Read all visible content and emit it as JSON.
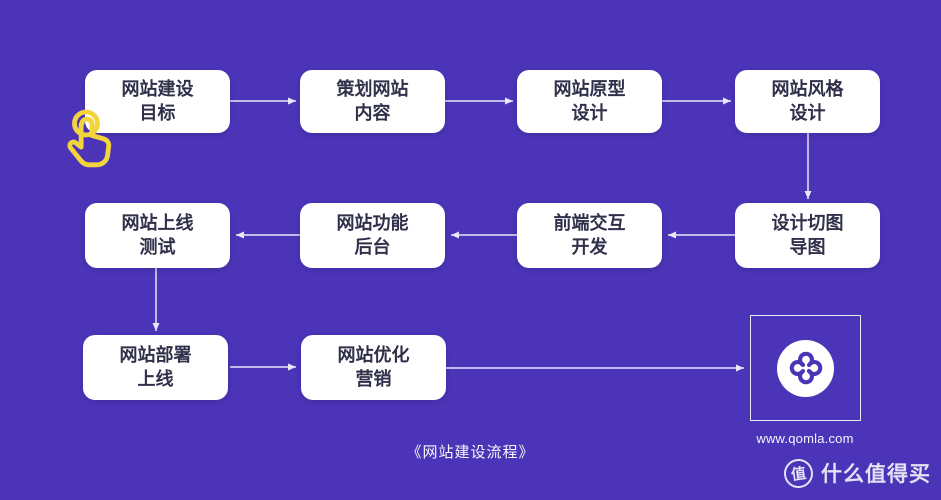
{
  "colors": {
    "background": "#4C34B8",
    "node_background": "#FFFFFF",
    "node_text": "#30304A",
    "connector": "#E9E6F8",
    "hand_icon_yellow": "#F2D53C",
    "logo_mark_purple": "#4C34B8",
    "watermark_white": "#FFFFFF"
  },
  "flowchart": {
    "caption": "《网站建设流程》",
    "nodes": [
      {
        "id": "goal",
        "label": "网站建设\n目标"
      },
      {
        "id": "plan",
        "label": "策划网站\n内容"
      },
      {
        "id": "prototype",
        "label": "网站原型\n设计"
      },
      {
        "id": "style",
        "label": "网站风格\n设计"
      },
      {
        "id": "test",
        "label": "网站上线\n测试"
      },
      {
        "id": "backend",
        "label": "网站功能\n后台"
      },
      {
        "id": "frontend",
        "label": "前端交互\n开发"
      },
      {
        "id": "slicing",
        "label": "设计切图\n导图"
      },
      {
        "id": "deploy",
        "label": "网站部署\n上线"
      },
      {
        "id": "marketing",
        "label": "网站优化\n营销"
      }
    ],
    "edges": [
      {
        "from": "网站建设目标",
        "to": "策划网站内容"
      },
      {
        "from": "策划网站内容",
        "to": "网站原型设计"
      },
      {
        "from": "网站原型设计",
        "to": "网站风格设计"
      },
      {
        "from": "网站风格设计",
        "to": "设计切图导图"
      },
      {
        "from": "设计切图导图",
        "to": "前端交互开发"
      },
      {
        "from": "前端交互开发",
        "to": "网站功能后台"
      },
      {
        "from": "网站功能后台",
        "to": "网站上线测试"
      },
      {
        "from": "网站上线测试",
        "to": "网站部署上线"
      },
      {
        "from": "网站部署上线",
        "to": "网站优化营销"
      },
      {
        "from": "网站优化营销",
        "to": "qomla-logo"
      }
    ]
  },
  "logo_card": {
    "url_text": "www.qomla.com"
  },
  "watermark": {
    "badge": "值",
    "text": "什么值得买"
  }
}
